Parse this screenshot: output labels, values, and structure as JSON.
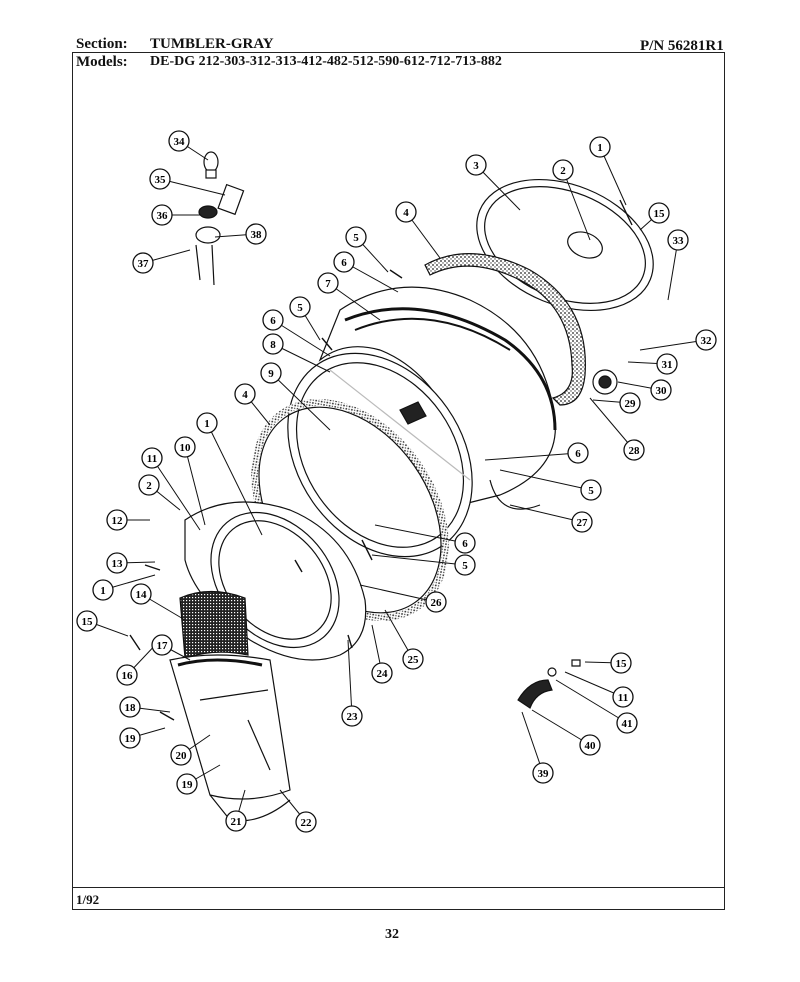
{
  "header": {
    "section_label": "Section:",
    "section_title": "TUMBLER-GRAY",
    "part_number": "P/N 56281R1",
    "models_label": "Models:",
    "models_list": "DE-DG 212-303-312-313-412-482-512-590-612-712-713-882"
  },
  "footer": {
    "date": "1/92",
    "page_number": "32"
  },
  "callouts": [
    "1",
    "2",
    "3",
    "4",
    "5",
    "6",
    "7",
    "8",
    "9",
    "10",
    "11",
    "12",
    "13",
    "14",
    "15",
    "16",
    "17",
    "18",
    "19",
    "20",
    "21",
    "22",
    "23",
    "24",
    "25",
    "26",
    "27",
    "28",
    "29",
    "30",
    "31",
    "32",
    "33",
    "34",
    "35",
    "36",
    "37",
    "38",
    "39",
    "40",
    "41"
  ]
}
